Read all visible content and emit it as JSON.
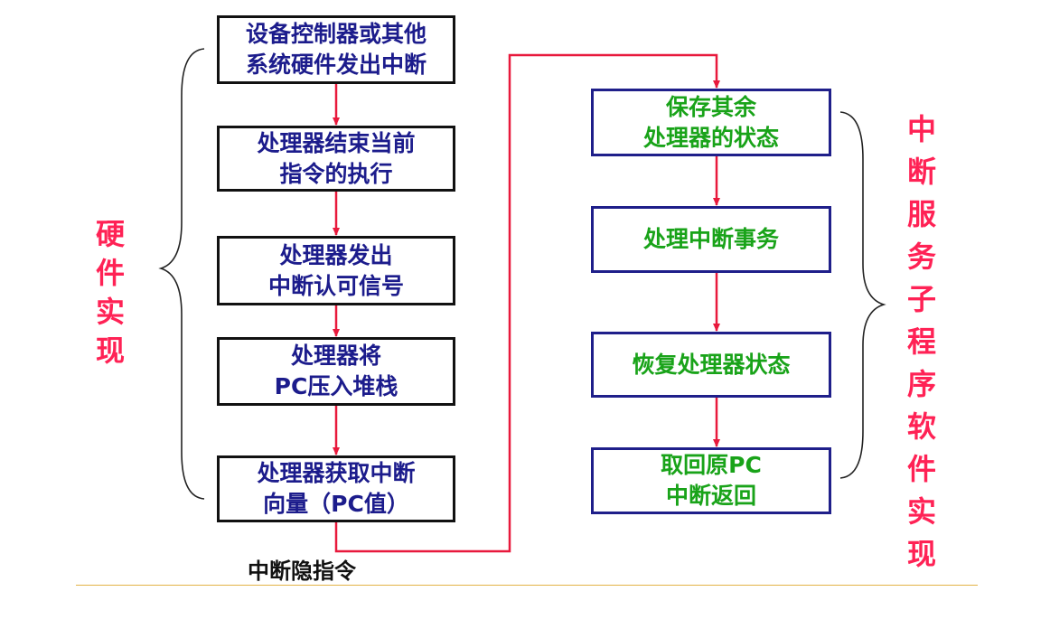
{
  "hardware_steps": [
    {
      "lines": [
        "设备控制器或其他",
        "系统硬件发出中断"
      ]
    },
    {
      "lines": [
        "处理器结束当前",
        "指令的执行"
      ]
    },
    {
      "lines": [
        "处理器发出",
        "中断认可信号"
      ]
    },
    {
      "lines": [
        "处理器将",
        "PC压入堆栈"
      ]
    },
    {
      "lines": [
        "处理器获取中断",
        "向量（PC值）"
      ]
    }
  ],
  "software_steps": [
    {
      "lines": [
        "保存其余",
        "处理器的状态"
      ]
    },
    {
      "lines": [
        "处理中断事务"
      ]
    },
    {
      "lines": [
        "恢复处理器状态"
      ]
    },
    {
      "lines": [
        "取回原PC",
        "中断返回"
      ]
    }
  ],
  "hardware_label": [
    "硬",
    "件",
    "实",
    "现"
  ],
  "software_label": [
    "中",
    "断",
    "服",
    "务",
    "子",
    "程",
    "序",
    "软",
    "件",
    "实",
    "现"
  ],
  "hide_instruction_note": "中断隐指令",
  "colors": {
    "hardware_text": "#1c1c8c",
    "software_text": "#19a319",
    "side_label": "#ff2255",
    "arrow": "#e8193c",
    "footer_rule": "#e3b347"
  }
}
